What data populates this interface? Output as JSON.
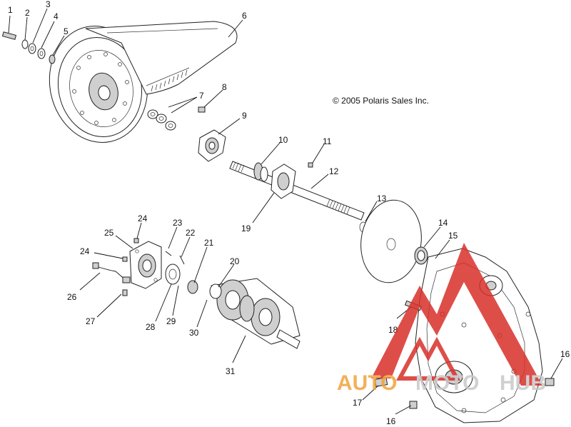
{
  "copyright": "© 2005 Polaris Sales Inc.",
  "watermark": {
    "part1": "AUTO",
    "part2": "MOTO",
    "part3": "HUB",
    "red": "#d9302a",
    "orange": "#f2a33a",
    "gray": "#c8c8c8"
  },
  "callouts": [
    "1",
    "2",
    "3",
    "4",
    "5",
    "6",
    "7",
    "8",
    "9",
    "10",
    "11",
    "12",
    "13",
    "14",
    "15",
    "16",
    "16",
    "17",
    "18",
    "19",
    "20",
    "21",
    "22",
    "23",
    "24",
    "24",
    "25",
    "26",
    "27",
    "28",
    "29",
    "30",
    "31"
  ]
}
